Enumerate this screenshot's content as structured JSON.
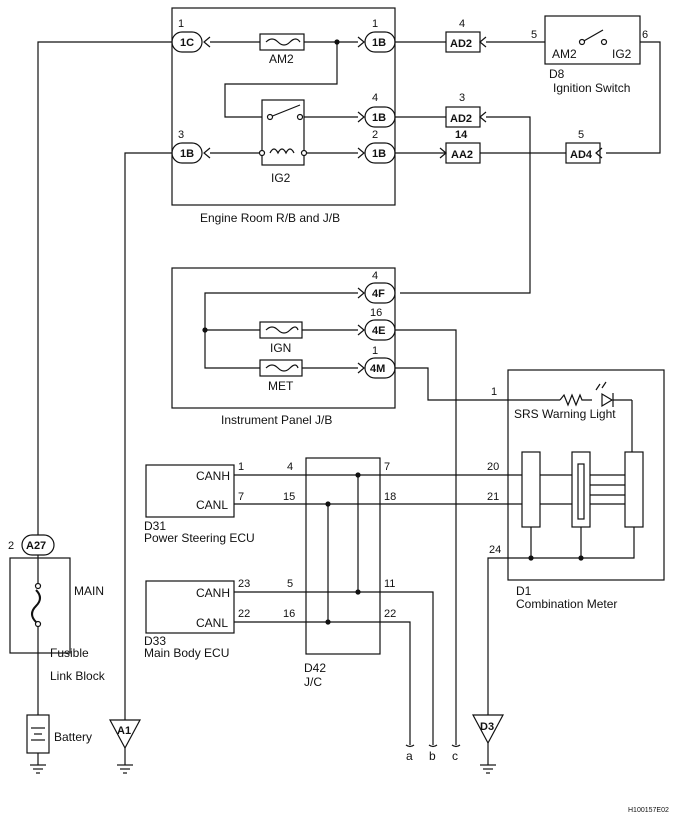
{
  "boxes": {
    "engine_room": "Engine Room R/B and J/B",
    "instrument_panel": "Instrument Panel J/B"
  },
  "fuses": {
    "am2": "AM2",
    "ign": "IGN",
    "met": "MET",
    "main": "MAIN"
  },
  "relay": {
    "ig2": "IG2"
  },
  "connectors": {
    "c_1c": {
      "code": "1C",
      "pin": "1"
    },
    "c_1b_1": {
      "code": "1B",
      "pin": "1"
    },
    "c_1b_4": {
      "code": "1B",
      "pin": "4"
    },
    "c_1b_2": {
      "code": "1B",
      "pin": "2"
    },
    "c_1b_3": {
      "code": "1B",
      "pin": "3"
    },
    "ad2_4": {
      "code": "AD2",
      "pin": "4"
    },
    "ad2_3": {
      "code": "AD2",
      "pin": "3"
    },
    "aa2_14": {
      "code": "AA2",
      "pin": "14"
    },
    "ad4_5": {
      "code": "AD4",
      "pin": "5"
    },
    "c_4f": {
      "code": "4F",
      "pin": "4"
    },
    "c_4e": {
      "code": "4E",
      "pin": "16"
    },
    "c_4m": {
      "code": "4M",
      "pin": "1"
    },
    "a27": {
      "code": "A27",
      "pin": "2"
    }
  },
  "ignition_switch": {
    "id": "D8",
    "name": "Ignition Switch",
    "left_label": "AM2",
    "right_label": "IG2",
    "pin_left": "5",
    "pin_right": "6"
  },
  "combination_meter": {
    "id": "D1",
    "name": "Combination Meter",
    "light_label": "SRS Warning Light",
    "pin_light": "1",
    "pin_canh": "20",
    "pin_canl": "21",
    "pin_gnd": "24"
  },
  "power_steering_ecu": {
    "id": "D31",
    "name": "Power Steering ECU",
    "canh": "CANH",
    "canl": "CANL",
    "pin_canh": "1",
    "pin_canl": "7"
  },
  "main_body_ecu": {
    "id": "D33",
    "name": "Main Body ECU",
    "canh": "CANH",
    "canl": "CANL",
    "pin_canh": "23",
    "pin_canl": "22"
  },
  "jc": {
    "id": "D42",
    "name": "J/C",
    "pins_left": [
      "4",
      "15",
      "5",
      "16"
    ],
    "pins_right": [
      "7",
      "18",
      "11",
      "22"
    ]
  },
  "fusible_link": {
    "line1": "Fusible",
    "line2": "Link Block"
  },
  "battery": "Battery",
  "grounds": {
    "a1": "A1",
    "d3": "D3"
  },
  "wire_ends": {
    "a": "a",
    "b": "b",
    "c": "c"
  },
  "figure_code": "H100157E02"
}
